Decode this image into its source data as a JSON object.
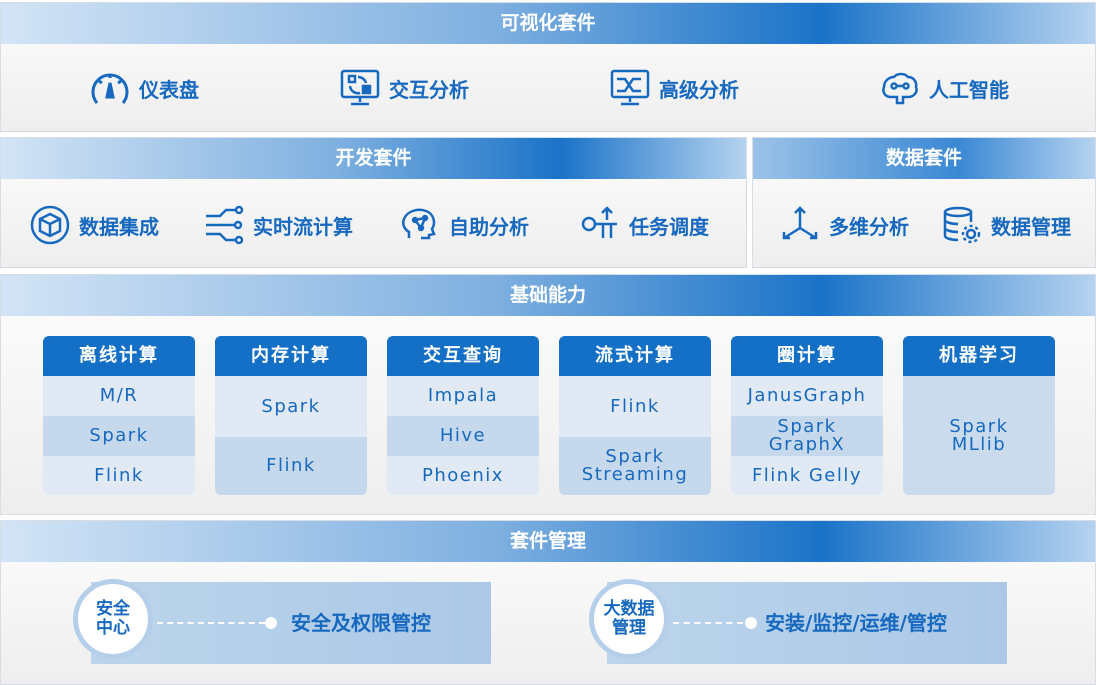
{
  "visual": {
    "title": "可视化套件",
    "items": [
      {
        "label": "仪表盘",
        "icon": "dashboard-icon"
      },
      {
        "label": "交互分析",
        "icon": "interactive-monitor-icon"
      },
      {
        "label": "高级分析",
        "icon": "advanced-analysis-icon"
      },
      {
        "label": "人工智能",
        "icon": "ai-brain-icon"
      }
    ]
  },
  "dev": {
    "title": "开发套件",
    "items": [
      {
        "label": "数据集成",
        "icon": "cube-integration-icon"
      },
      {
        "label": "实时流计算",
        "icon": "stream-icon"
      },
      {
        "label": "自助分析",
        "icon": "brain-analysis-icon"
      },
      {
        "label": "任务调度",
        "icon": "schedule-icon"
      }
    ]
  },
  "data": {
    "title": "数据套件",
    "items": [
      {
        "label": "多维分析",
        "icon": "axes-icon"
      },
      {
        "label": "数据管理",
        "icon": "database-gear-icon"
      }
    ]
  },
  "base": {
    "title": "基础能力",
    "cards": [
      {
        "title": "离线计算",
        "rows": [
          "M/R",
          "Spark",
          "Flink"
        ]
      },
      {
        "title": "内存计算",
        "rows": [
          "Spark",
          "Flink"
        ]
      },
      {
        "title": "交互查询",
        "rows": [
          "Impala",
          "Hive",
          "Phoenix"
        ]
      },
      {
        "title": "流式计算",
        "rows": [
          "Flink",
          "Spark Streaming"
        ]
      },
      {
        "title": "圈计算",
        "rows": [
          "JanusGraph",
          "Spark GraphX",
          "Flink Gelly"
        ]
      },
      {
        "title": "机器学习",
        "rows": [
          "Spark MLlib"
        ]
      }
    ]
  },
  "mgmt": {
    "title": "套件管理",
    "items": [
      {
        "badge": "安全中心",
        "label": "安全及权限管控"
      },
      {
        "badge": "大数据管理",
        "label": "安装/监控/运维/管控"
      }
    ]
  },
  "colors": {
    "accent": "#1470c6",
    "text": "#1769bf"
  }
}
